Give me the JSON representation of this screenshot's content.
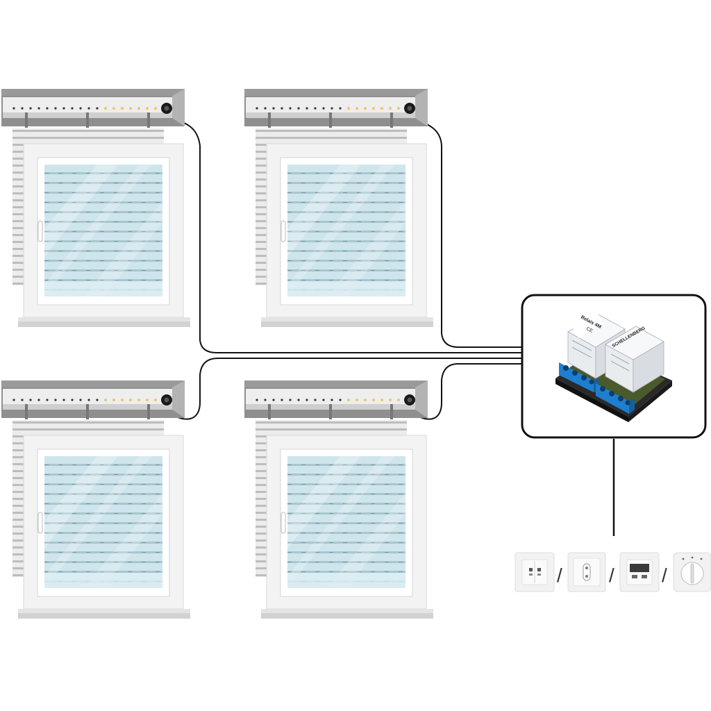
{
  "windows": [
    {
      "id": "top-left"
    },
    {
      "id": "top-right"
    },
    {
      "id": "bottom-left"
    },
    {
      "id": "bottom-right"
    }
  ],
  "relay_module": {
    "label_1": "Relais 4M",
    "label_2": "SCHELLENBERG",
    "terminal_color": "#1e7fd0"
  },
  "controls": [
    {
      "icon": "double-button-switch-icon"
    },
    {
      "icon": "rocker-switch-icon"
    },
    {
      "icon": "digital-timer-icon"
    },
    {
      "icon": "rotary-switch-icon"
    }
  ],
  "colors": {
    "box_gray": "#8c8c8c",
    "box_front": "#ededed",
    "slat": "#e6e6e6",
    "glass": "#cde6ee",
    "frame": "#f3f3f3",
    "wire": "#111111",
    "led_warm": "#f0c860"
  }
}
